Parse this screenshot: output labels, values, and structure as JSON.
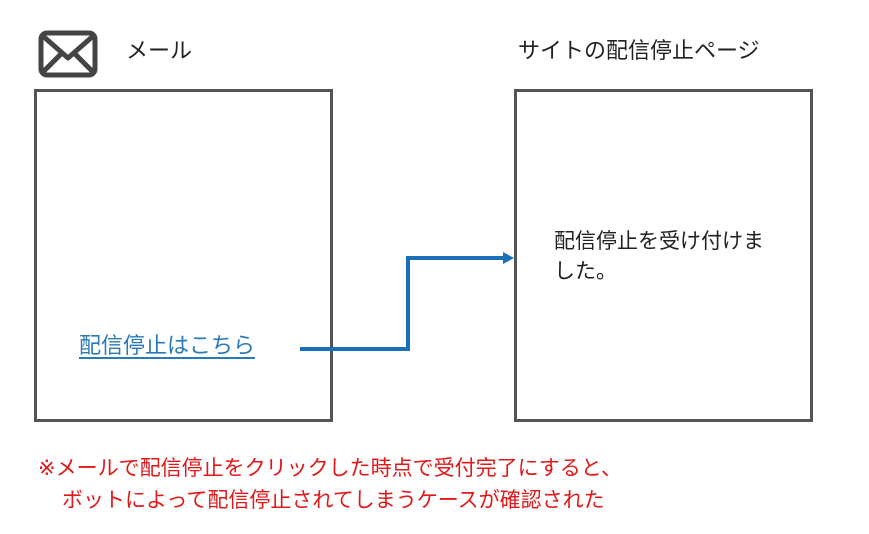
{
  "email_panel": {
    "icon": "mail-icon",
    "label": "メール",
    "link_text": "配信停止はこちら"
  },
  "site_panel": {
    "label": "サイトの配信停止ページ",
    "message": "配信停止を受け付けました。"
  },
  "note": {
    "line1": "※メールで配信停止をクリックした時点で受付完了にすると、",
    "line2": "ボットによって配信停止されてしまうケースが確認された"
  },
  "colors": {
    "box_border": "#555555",
    "link": "#2a7ab8",
    "arrow": "#1a6fba",
    "note": "#e01818"
  }
}
